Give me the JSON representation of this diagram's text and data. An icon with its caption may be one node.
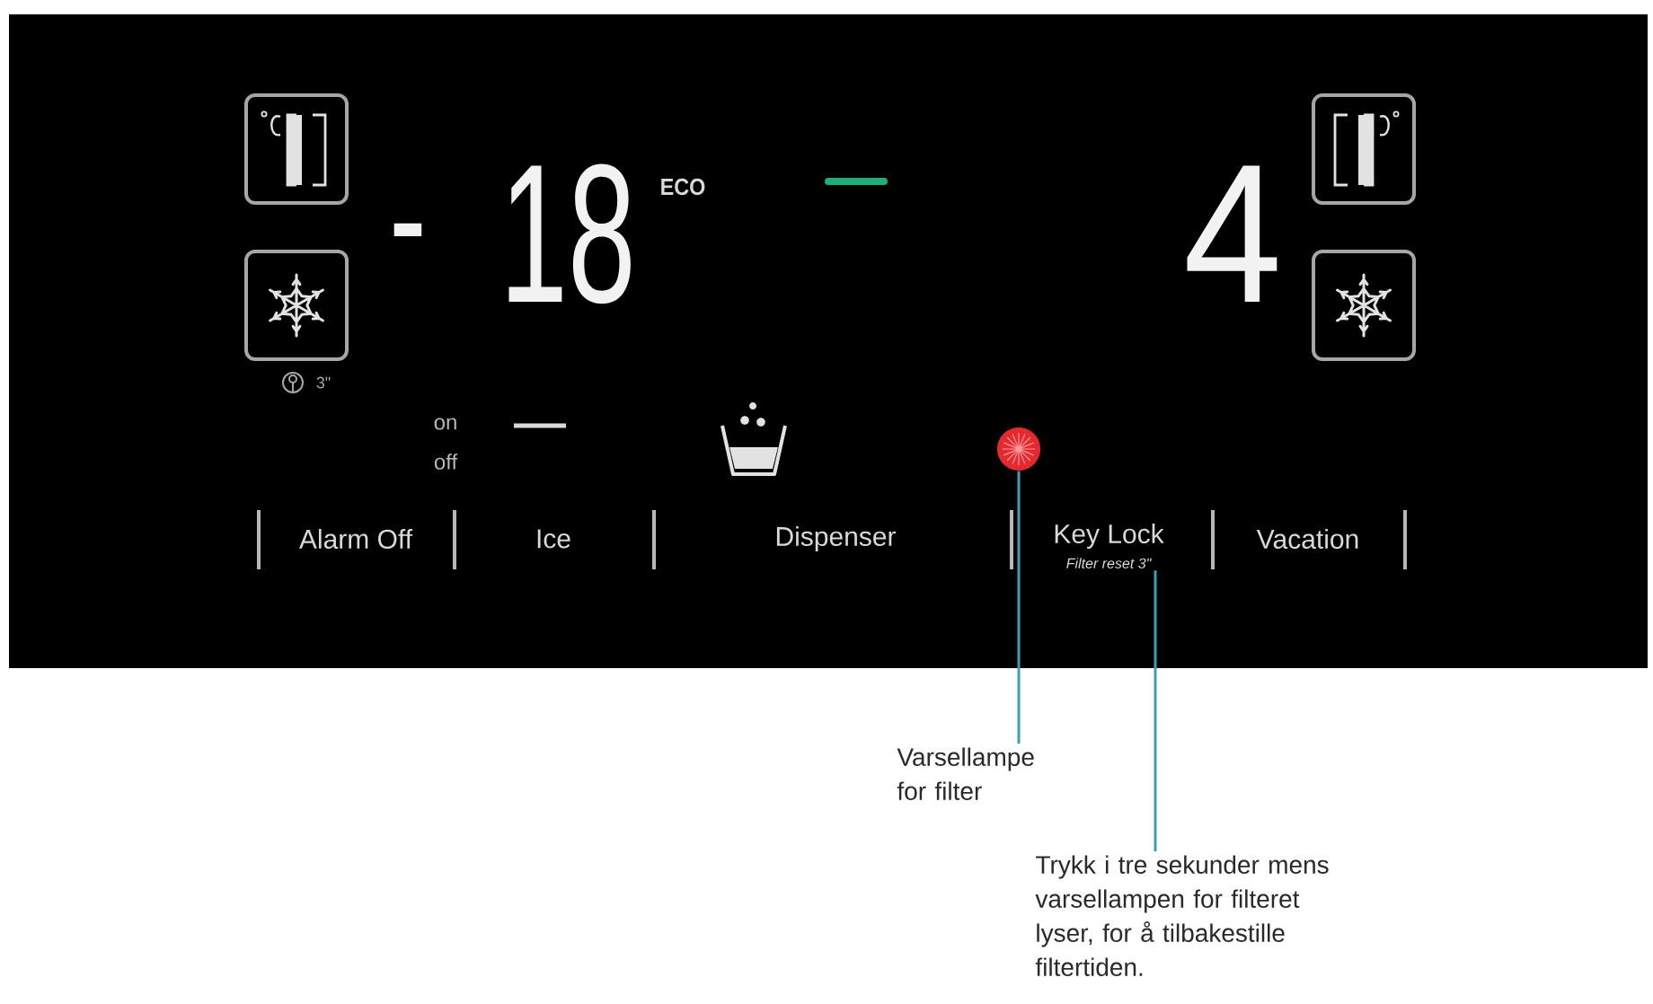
{
  "diagram": {
    "nodes": [
      {
        "text": [],
        "shape": "circle"
      },
      {
        "text": [
          "Key Lock",
          "Filter reset 3\""
        ]
      },
      {
        "text": [
          "Varsellampe for filter"
        ]
      },
      {
        "text": [
          "Trykk i tre sekunder mens varsellampen for filteret lyser, for å tilbakestille filtertiden."
        ]
      }
    ],
    "edges": [
      {
        "from": 2,
        "to": 0,
        "arrow": "none"
      },
      {
        "from": 3,
        "to": 1,
        "arrow": "none"
      }
    ],
    "labels": [
      "-",
      "18",
      "ECO",
      "4",
      "3\"",
      "on",
      "off",
      "Alarm Off",
      "Ice",
      "Dispenser",
      "Vacation"
    ]
  }
}
